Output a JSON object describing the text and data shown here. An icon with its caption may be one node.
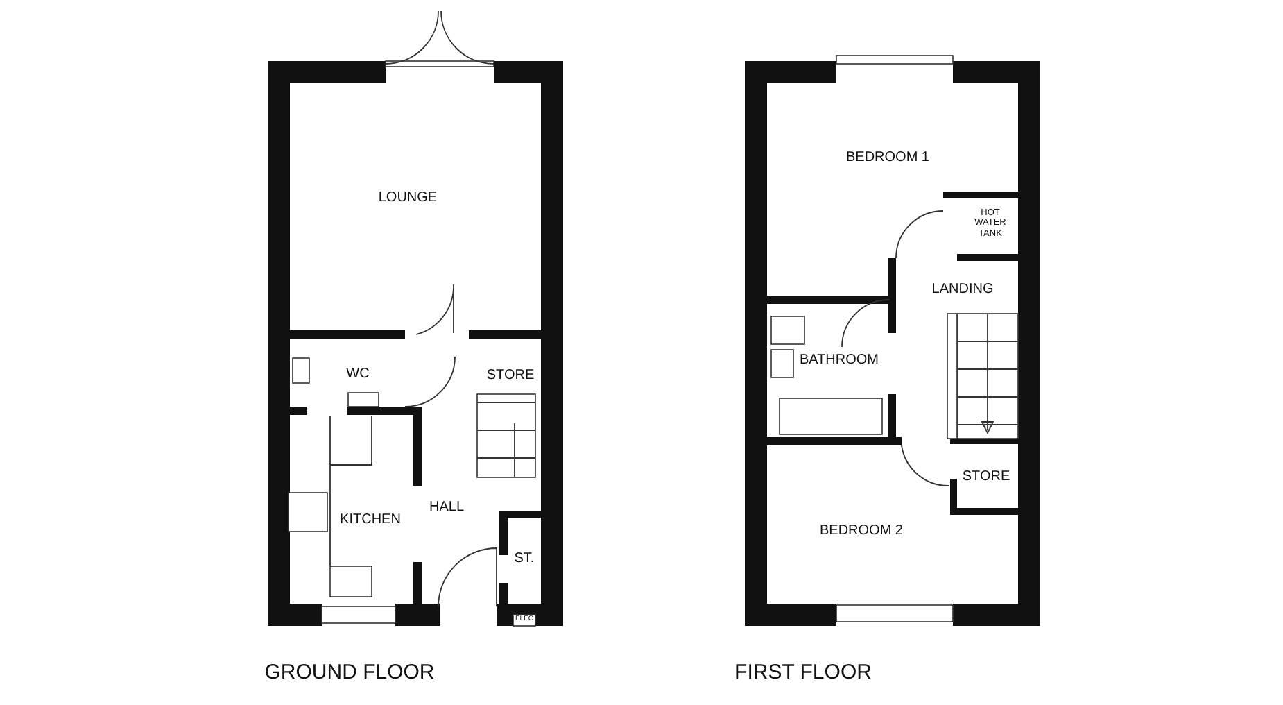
{
  "diagram": {
    "labels": [
      "LOUNGE",
      "WC",
      "STORE",
      "KITCHEN",
      "HALL",
      "ST.",
      "ELEC",
      "BEDROOM 1",
      "HOT WATER TANK",
      "LANDING",
      "BATHROOM",
      "STORE",
      "BEDROOM 2",
      "GROUND FLOOR",
      "FIRST FLOOR"
    ]
  }
}
